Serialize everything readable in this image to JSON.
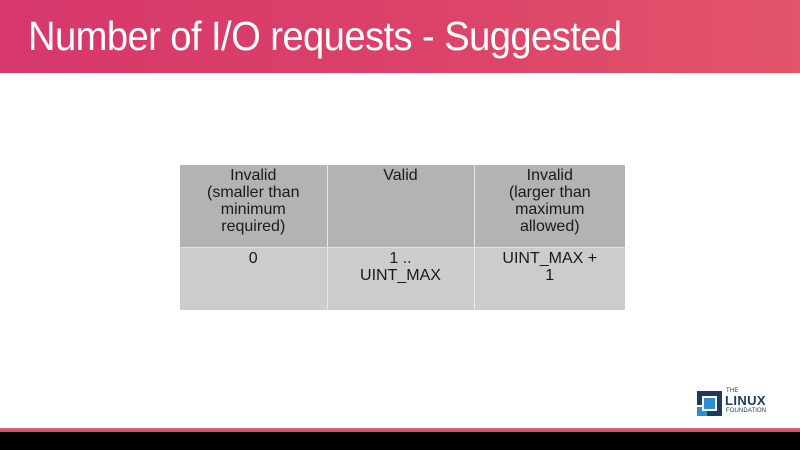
{
  "slide": {
    "title": "Number of I/O requests - Suggested",
    "colors": {
      "title_gradient_start": "#d6386b",
      "title_gradient_end": "#e2556a",
      "title_text": "#ffffff",
      "table_header_bg": "#b3b3b3",
      "table_body_bg": "#cccccc",
      "bottom_stripe": "#d45a6a",
      "bottom_bar": "#000000"
    },
    "table": {
      "headers": [
        [
          "Invalid",
          "(smaller than",
          "minimum",
          "required)"
        ],
        [
          "Valid"
        ],
        [
          "Invalid",
          "(larger than",
          "maximum",
          "allowed)"
        ]
      ],
      "rows": [
        [
          [
            "0"
          ],
          [
            "1 ..",
            "UINT_MAX"
          ],
          [
            "UINT_MAX +",
            "1"
          ]
        ]
      ]
    },
    "logo": {
      "line1": "THE",
      "line2": "LINUX",
      "line3": "FOUNDATION",
      "mark_dark": "#1f3a60",
      "mark_light": "#2e8fd0"
    }
  }
}
